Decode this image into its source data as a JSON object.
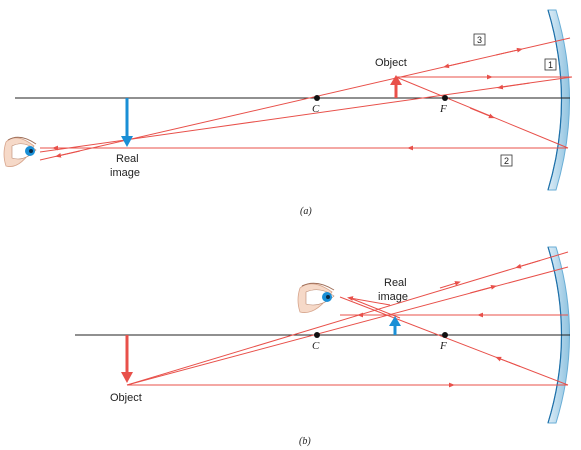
{
  "colors": {
    "ray": "#e8504a",
    "image_arrow": "#1a8fd6",
    "mirror": "#8fc3e0",
    "axis": "#222222"
  },
  "panel_a": {
    "object_label": "Object",
    "image_label_1": "Real",
    "image_label_2": "image",
    "center_label": "C",
    "focus_label": "F",
    "ray_numbers": [
      "1",
      "2",
      "3"
    ],
    "caption": "(a)"
  },
  "panel_b": {
    "object_label": "Object",
    "image_label_1": "Real",
    "image_label_2": "image",
    "center_label": "C",
    "focus_label": "F",
    "caption": "(b)"
  },
  "icons": [
    "eye-icon",
    "eye-icon"
  ]
}
